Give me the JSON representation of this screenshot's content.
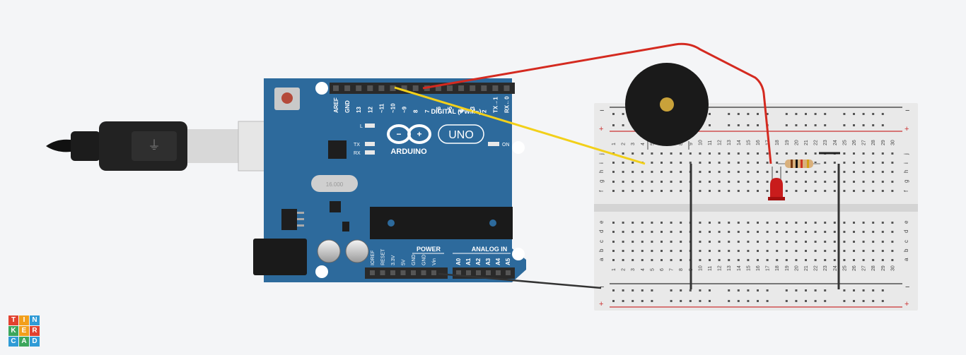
{
  "brand": {
    "logo_letters": [
      "T",
      "I",
      "N",
      "K",
      "E",
      "R",
      "C",
      "A",
      "D"
    ],
    "logo_colors": [
      "#e2412f",
      "#f29f1b",
      "#2f9bd6",
      "#3ca65c",
      "#f29f1b",
      "#e2412f",
      "#2f9bd6",
      "#3ca65c",
      "#2f9bd6"
    ]
  },
  "arduino": {
    "brand_label": "ARDUINO",
    "model_label": "UNO",
    "digital_label": "DIGITAL (PWM~)",
    "power_label": "POWER",
    "analog_label": "ANALOG IN",
    "on_label": "ON",
    "led_l_label": "L",
    "tx_label": "TX",
    "rx_label": "RX",
    "crystal_label": "16.000",
    "digital_pins": [
      "AREF",
      "GND",
      "13",
      "12",
      "~11",
      "~10",
      "~9",
      "8",
      "7",
      "~6",
      "~5",
      "4",
      "~3",
      "2",
      "TX→1",
      "RX←0"
    ],
    "power_pins": [
      "IOREF",
      "RESET",
      "3.3V",
      "5V",
      "GND",
      "GND",
      "Vin"
    ],
    "analog_pins": [
      "A0",
      "A1",
      "A2",
      "A3",
      "A4",
      "A5"
    ],
    "board_color": "#2d6a9c"
  },
  "breadboard": {
    "column_numbers": [
      "1",
      "2",
      "3",
      "4",
      "5",
      "6",
      "7",
      "8",
      "9",
      "10",
      "11",
      "12",
      "13",
      "14",
      "15",
      "16",
      "17",
      "18",
      "19",
      "20",
      "21",
      "22",
      "23",
      "24",
      "25",
      "26",
      "27",
      "28",
      "29",
      "30"
    ],
    "top_rows": [
      "j",
      "i",
      "h",
      "g",
      "f"
    ],
    "bottom_rows": [
      "e",
      "d",
      "c",
      "b",
      "a"
    ],
    "rail_minus": "−",
    "rail_plus": "+"
  },
  "wires": {
    "red_color": "#d42a20",
    "yellow_color": "#f2d01a",
    "black_color": "#333333"
  }
}
